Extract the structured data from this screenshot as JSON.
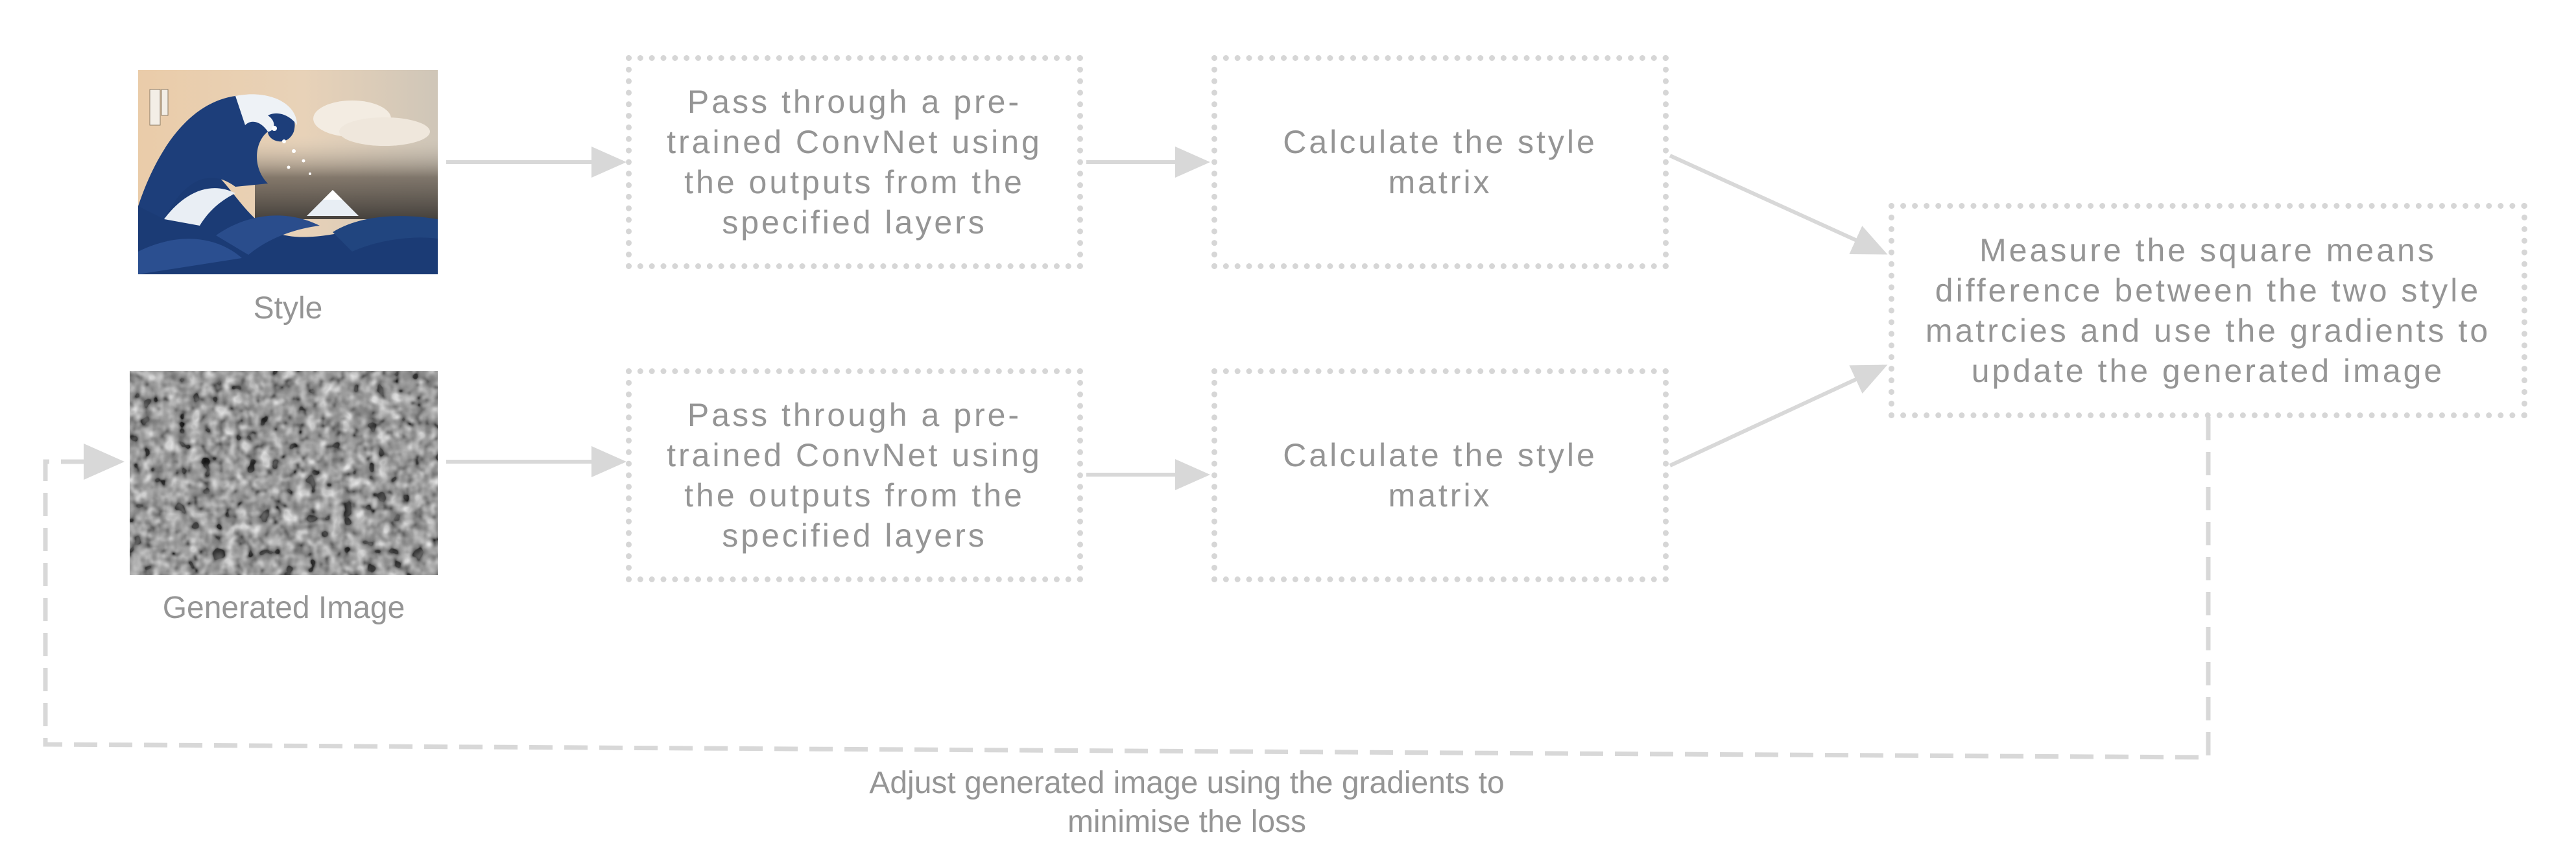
{
  "style_image": {
    "label": "Style",
    "icon": "great-wave-artwork"
  },
  "generated_image": {
    "label": "Generated Image",
    "icon": "noise-texture"
  },
  "style_branch": {
    "convnet_text": "Pass through a pre-\ntrained ConvNet using\nthe outputs from the\nspecified layers",
    "matrix_text": "Calculate the style\nmatrix"
  },
  "generated_branch": {
    "convnet_text": "Pass through a pre-\ntrained ConvNet using\nthe outputs from the\nspecified layers",
    "matrix_text": "Calculate the style\nmatrix"
  },
  "loss_box": {
    "text": "Measure the square means\ndifference between the two style\nmatrcies and use the gradients to\nupdate the generated image"
  },
  "feedback": {
    "caption": "Adjust generated image using the gradients to\nminimise the loss"
  },
  "colors": {
    "connector": "#d8d8d8",
    "text": "#959595",
    "box_border": "#d6d6d6"
  }
}
